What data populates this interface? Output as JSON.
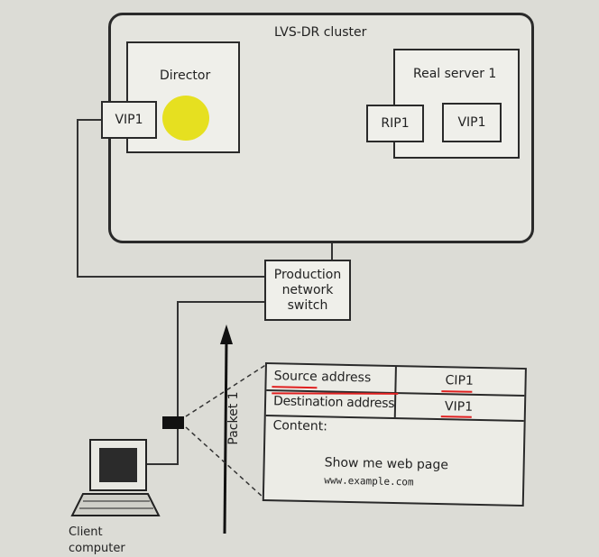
{
  "cluster": {
    "title": "LVS-DR cluster",
    "director": {
      "label": "Director",
      "vip": "VIP1"
    },
    "real_server": {
      "label": "Real server 1",
      "rip": "RIP1",
      "vip": "VIP1"
    }
  },
  "switch": {
    "line1": "Production",
    "line2": "network",
    "line3": "switch"
  },
  "packet": {
    "label": "Packet 1",
    "source_label": "Source address",
    "source_value": "CIP1",
    "dest_label": "Destination address",
    "dest_value": "VIP1",
    "content_label": "Content:",
    "content_line1": "Show me web page",
    "content_line2": "www.example.com"
  },
  "client": {
    "line1": "Client",
    "line2": "computer"
  },
  "colors": {
    "annotation_red": "#e02020",
    "director_dot": "#e6e020"
  }
}
